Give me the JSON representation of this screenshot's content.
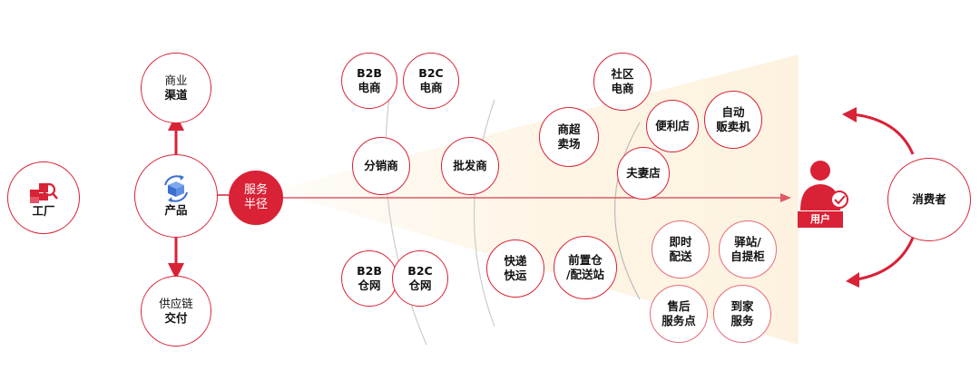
{
  "nodes": {
    "factory": "工厂",
    "product": "产品",
    "channel_top": "商业",
    "channel_bottom": "渠道",
    "supply_top": "供应链",
    "supply_bottom": "交付",
    "service_top": "服务",
    "service_bottom": "半径",
    "b2b_ecom_top": "B2B",
    "b2b_ecom_bottom": "电商",
    "b2c_ecom_top": "B2C",
    "b2c_ecom_bottom": "电商",
    "distributor": "分销商",
    "wholesaler": "批发商",
    "b2b_wh_top": "B2B",
    "b2b_wh_bottom": "仓网",
    "b2c_wh_top": "B2C",
    "b2c_wh_bottom": "仓网",
    "express_top": "快递",
    "express_bottom": "快运",
    "front_wh_top": "前置仓",
    "front_wh_bottom": "/配送站",
    "supermarket_top": "商超",
    "supermarket_bottom": "卖场",
    "community_top": "社区",
    "community_bottom": "电商",
    "convenience": "便利店",
    "vending_top": "自动",
    "vending_bottom": "贩卖机",
    "mom_pop": "夫妻店",
    "instant_top": "即时",
    "instant_bottom": "配送",
    "station_top": "驿站/",
    "station_bottom": "自提柜",
    "aftersale_top": "售后",
    "aftersale_bottom": "服务点",
    "home_top": "到家",
    "home_bottom": "服务",
    "user": "用户",
    "consumer": "消费者"
  },
  "colors": {
    "accent": "#d92236",
    "beam": "#fdf1dc"
  }
}
